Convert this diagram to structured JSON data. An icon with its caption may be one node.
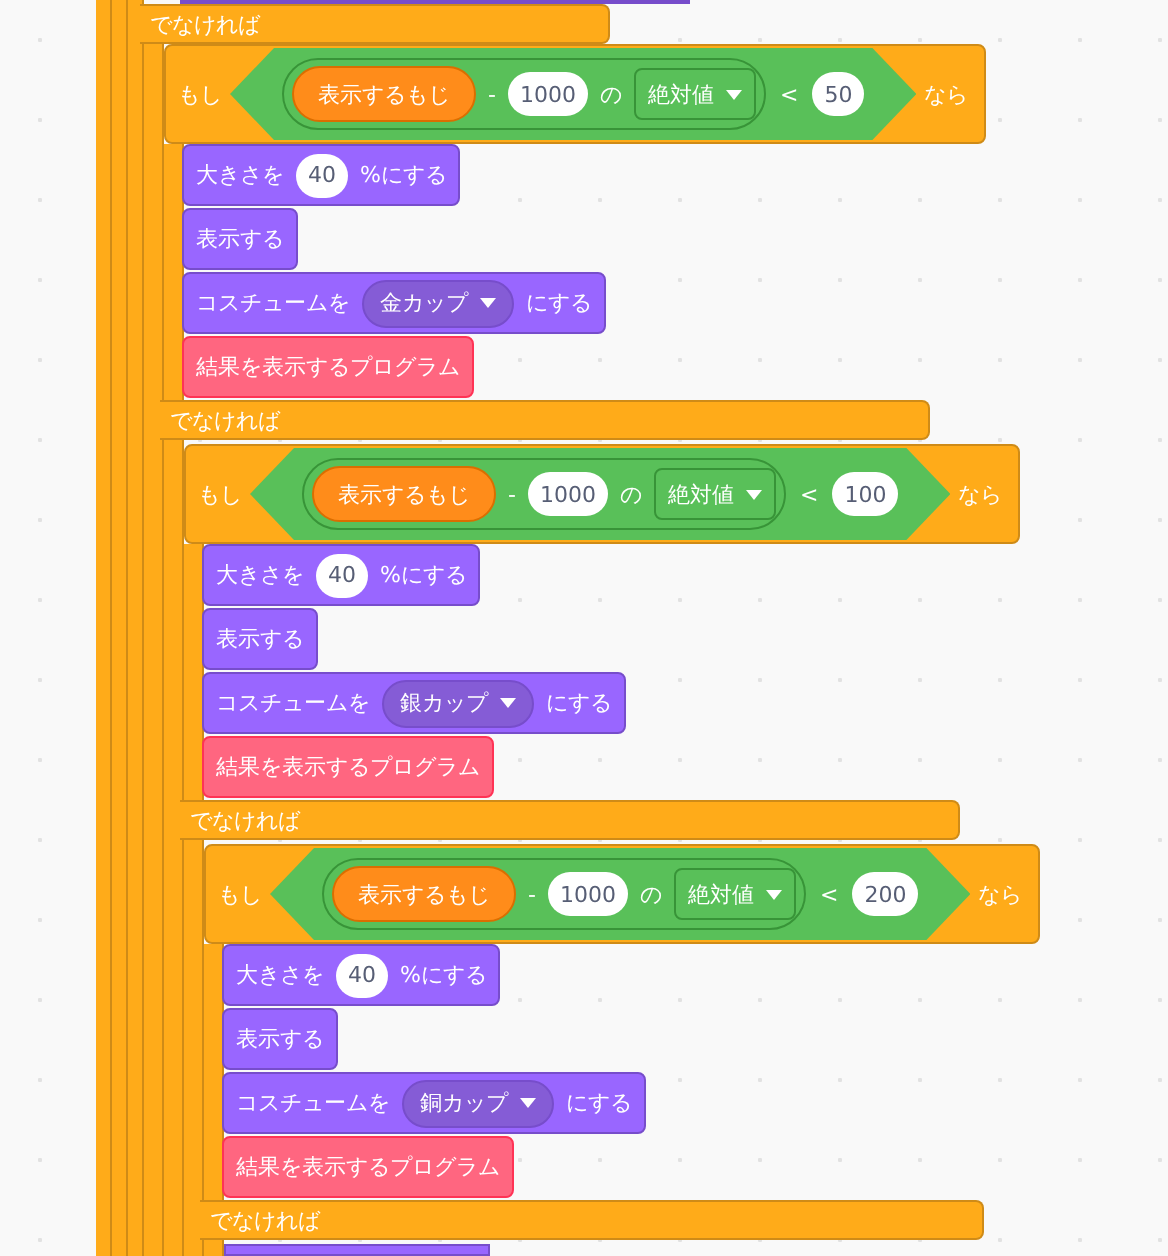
{
  "diagram": {
    "nodes": [
      {
        "text": [],
        "shape": "box"
      },
      {
        "text": [
          "でなければ"
        ]
      },
      {
        "text": [
          "もし",
          "なら"
        ]
      },
      {
        "text": [
          "<"
        ],
        "in": 2
      },
      {
        "text": [
          "-",
          "の"
        ],
        "in": 3
      },
      {
        "text": [
          "表示するもじ"
        ],
        "in": 4
      },
      {
        "text": [
          "1000"
        ],
        "in": 4
      },
      {
        "text": [
          "絶対値"
        ],
        "in": 4
      },
      {
        "text": [
          "50"
        ],
        "in": 3
      },
      {
        "text": [
          "大きさを",
          "%にする"
        ]
      },
      {
        "text": [
          "40"
        ],
        "in": 9
      },
      {
        "text": [
          "表示する"
        ]
      },
      {
        "text": [
          "コスチュームを",
          "にする"
        ]
      },
      {
        "text": [
          "金カップ"
        ],
        "in": 12
      },
      {
        "text": [
          "結果を表示するプログラム"
        ]
      },
      {
        "text": [
          "でなければ"
        ]
      },
      {
        "text": [
          "もし",
          "なら"
        ]
      },
      {
        "text": [
          "<"
        ],
        "in": 16
      },
      {
        "text": [
          "-",
          "の"
        ],
        "in": 17
      },
      {
        "text": [
          "表示するもじ"
        ],
        "in": 18
      },
      {
        "text": [
          "1000"
        ],
        "in": 18
      },
      {
        "text": [
          "絶対値"
        ],
        "in": 18
      },
      {
        "text": [
          "100"
        ],
        "in": 17
      },
      {
        "text": [
          "大きさを",
          "%にする"
        ]
      },
      {
        "text": [
          "40"
        ],
        "in": 23
      },
      {
        "text": [
          "表示する"
        ]
      },
      {
        "text": [
          "コスチュームを",
          "にする"
        ]
      },
      {
        "text": [
          "銀カップ"
        ],
        "in": 26
      },
      {
        "text": [
          "結果を表示するプログラム"
        ]
      },
      {
        "text": [
          "でなければ"
        ]
      },
      {
        "text": [
          "もし",
          "なら"
        ]
      },
      {
        "text": [
          "<"
        ],
        "in": 30
      },
      {
        "text": [
          "-",
          "の"
        ],
        "in": 31
      },
      {
        "text": [
          "表示するもじ"
        ],
        "in": 32
      },
      {
        "text": [
          "1000"
        ],
        "in": 32
      },
      {
        "text": [
          "絶対値"
        ],
        "in": 32
      },
      {
        "text": [
          "200"
        ],
        "in": 31
      },
      {
        "text": [
          "大きさを",
          "%にする"
        ]
      },
      {
        "text": [
          "40"
        ],
        "in": 37
      },
      {
        "text": [
          "表示する"
        ]
      },
      {
        "text": [
          "コスチュームを",
          "にする"
        ]
      },
      {
        "text": [
          "銅カップ"
        ],
        "in": 40
      },
      {
        "text": [
          "結果を表示するプログラム"
        ]
      },
      {
        "text": [
          "でなければ"
        ]
      },
      {
        "text": [],
        "shape": "box"
      }
    ]
  }
}
